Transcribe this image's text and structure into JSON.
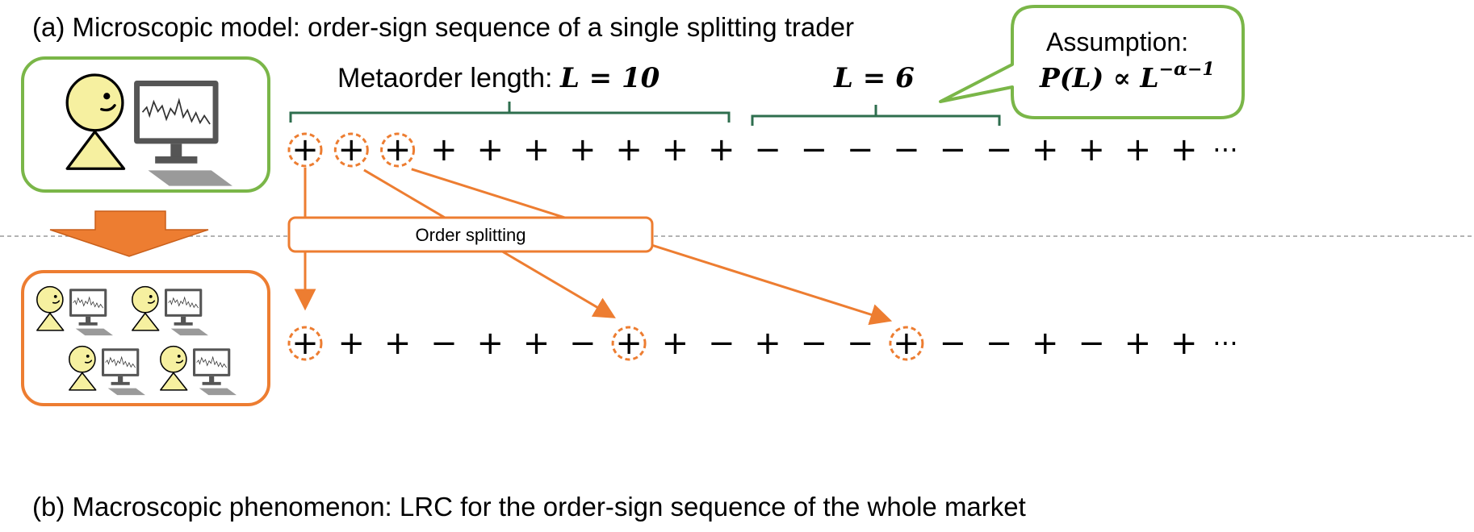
{
  "panel_a_title": "(a) Microscopic model: order-sign sequence of a single splitting trader",
  "panel_b_title": "(b) Macroscopic phenomenon: LRC for the order-sign sequence of the whole market",
  "metaorder_label_prefix": "Metaorder length: ",
  "metaorder_label_math": "L = 10",
  "second_length_math": "L = 6",
  "assumption_title": "Assumption:",
  "assumption_formula": "P(L) ∝ L",
  "assumption_exponent": "−α−1",
  "order_splitting_label": "Order splitting",
  "ellipsis": "⋯",
  "top_sequence": [
    "+",
    "+",
    "+",
    "+",
    "+",
    "+",
    "+",
    "+",
    "+",
    "+",
    "−",
    "−",
    "−",
    "−",
    "−",
    "−",
    "+",
    "+",
    "+",
    "+"
  ],
  "bottom_sequence": [
    "+",
    "+",
    "+",
    "−",
    "+",
    "+",
    "−",
    "+",
    "+",
    "−",
    "+",
    "−",
    "−",
    "+",
    "−",
    "−",
    "+",
    "−",
    "+",
    "+"
  ],
  "top_circled_indices": [
    0,
    1,
    2
  ],
  "bottom_circled_indices": [
    0,
    7,
    13
  ],
  "colors": {
    "trader_box": "#7ab648",
    "market_box": "#ed7d31",
    "brace": "#2e6e4e",
    "arrow": "#ed7d31",
    "person_fill": "#f6f0a0",
    "monitor": "#555555",
    "keyboard": "#9a9a9a"
  }
}
